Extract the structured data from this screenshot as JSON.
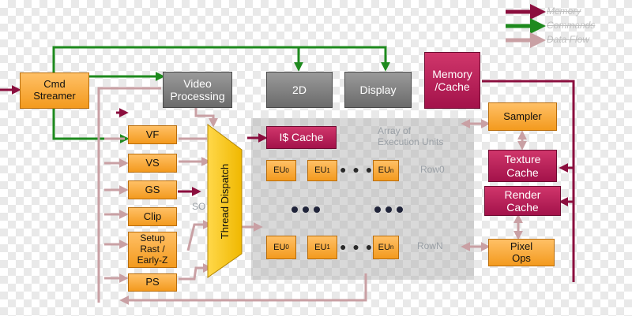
{
  "legend": [
    {
      "label": "Memory",
      "color": "#8b0e3e"
    },
    {
      "label": "Commands",
      "color": "#1e8a1e"
    },
    {
      "label": "Data Flow",
      "color": "#c9a0a4"
    }
  ],
  "blocks": {
    "cmd_streamer": "Cmd\nStreamer",
    "video_processing": "Video\nProcessing",
    "two_d": "2D",
    "display": "Display",
    "memory_cache": "Memory\n/Cache",
    "vf": "VF",
    "vs": "VS",
    "gs": "GS",
    "clip": "Clip",
    "setup": "Setup\nRast /\nEarly-Z",
    "ps": "PS",
    "thread_dispatch": "Thread Dispatch",
    "icache": "I$ Cache",
    "sampler": "Sampler",
    "texture_cache": "Texture\nCache",
    "render_cache": "Render\nCache",
    "pixel_ops": "Pixel\nOps"
  },
  "eu_label": "EU",
  "eu_subscripts": [
    "0",
    "1",
    "n"
  ],
  "array_label": "Array of\nExecution Units",
  "row_labels": {
    "row0": "Row0",
    "rown": "RowN"
  },
  "so_label": "SO",
  "colors": {
    "memory": "#8b0e3e",
    "command": "#1e8a1e",
    "data": "#c9a0a4",
    "orange": "#f39a1e",
    "gray": "#7a7a7a",
    "pink": "#b01c55",
    "yellow": "#f5c400"
  }
}
